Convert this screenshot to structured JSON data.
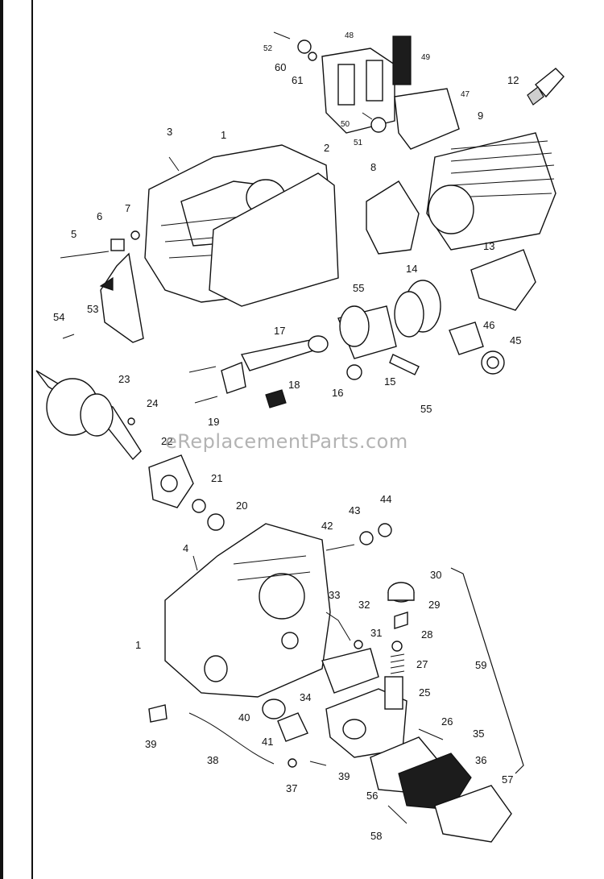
{
  "watermark": "eReplacementParts.com",
  "callouts": [
    "1",
    "2",
    "3",
    "4",
    "5",
    "6",
    "7",
    "8",
    "9",
    "12",
    "13",
    "14",
    "15",
    "16",
    "17",
    "18",
    "19",
    "20",
    "21",
    "22",
    "23",
    "24",
    "25",
    "26",
    "27",
    "28",
    "29",
    "30",
    "31",
    "32",
    "33",
    "34",
    "35",
    "36",
    "37",
    "38",
    "39",
    "40",
    "41",
    "42",
    "43",
    "44",
    "45",
    "46",
    "47",
    "48",
    "49",
    "50",
    "51",
    "52",
    "53",
    "54",
    "55",
    "56",
    "57",
    "58",
    "59",
    "60",
    "61"
  ]
}
